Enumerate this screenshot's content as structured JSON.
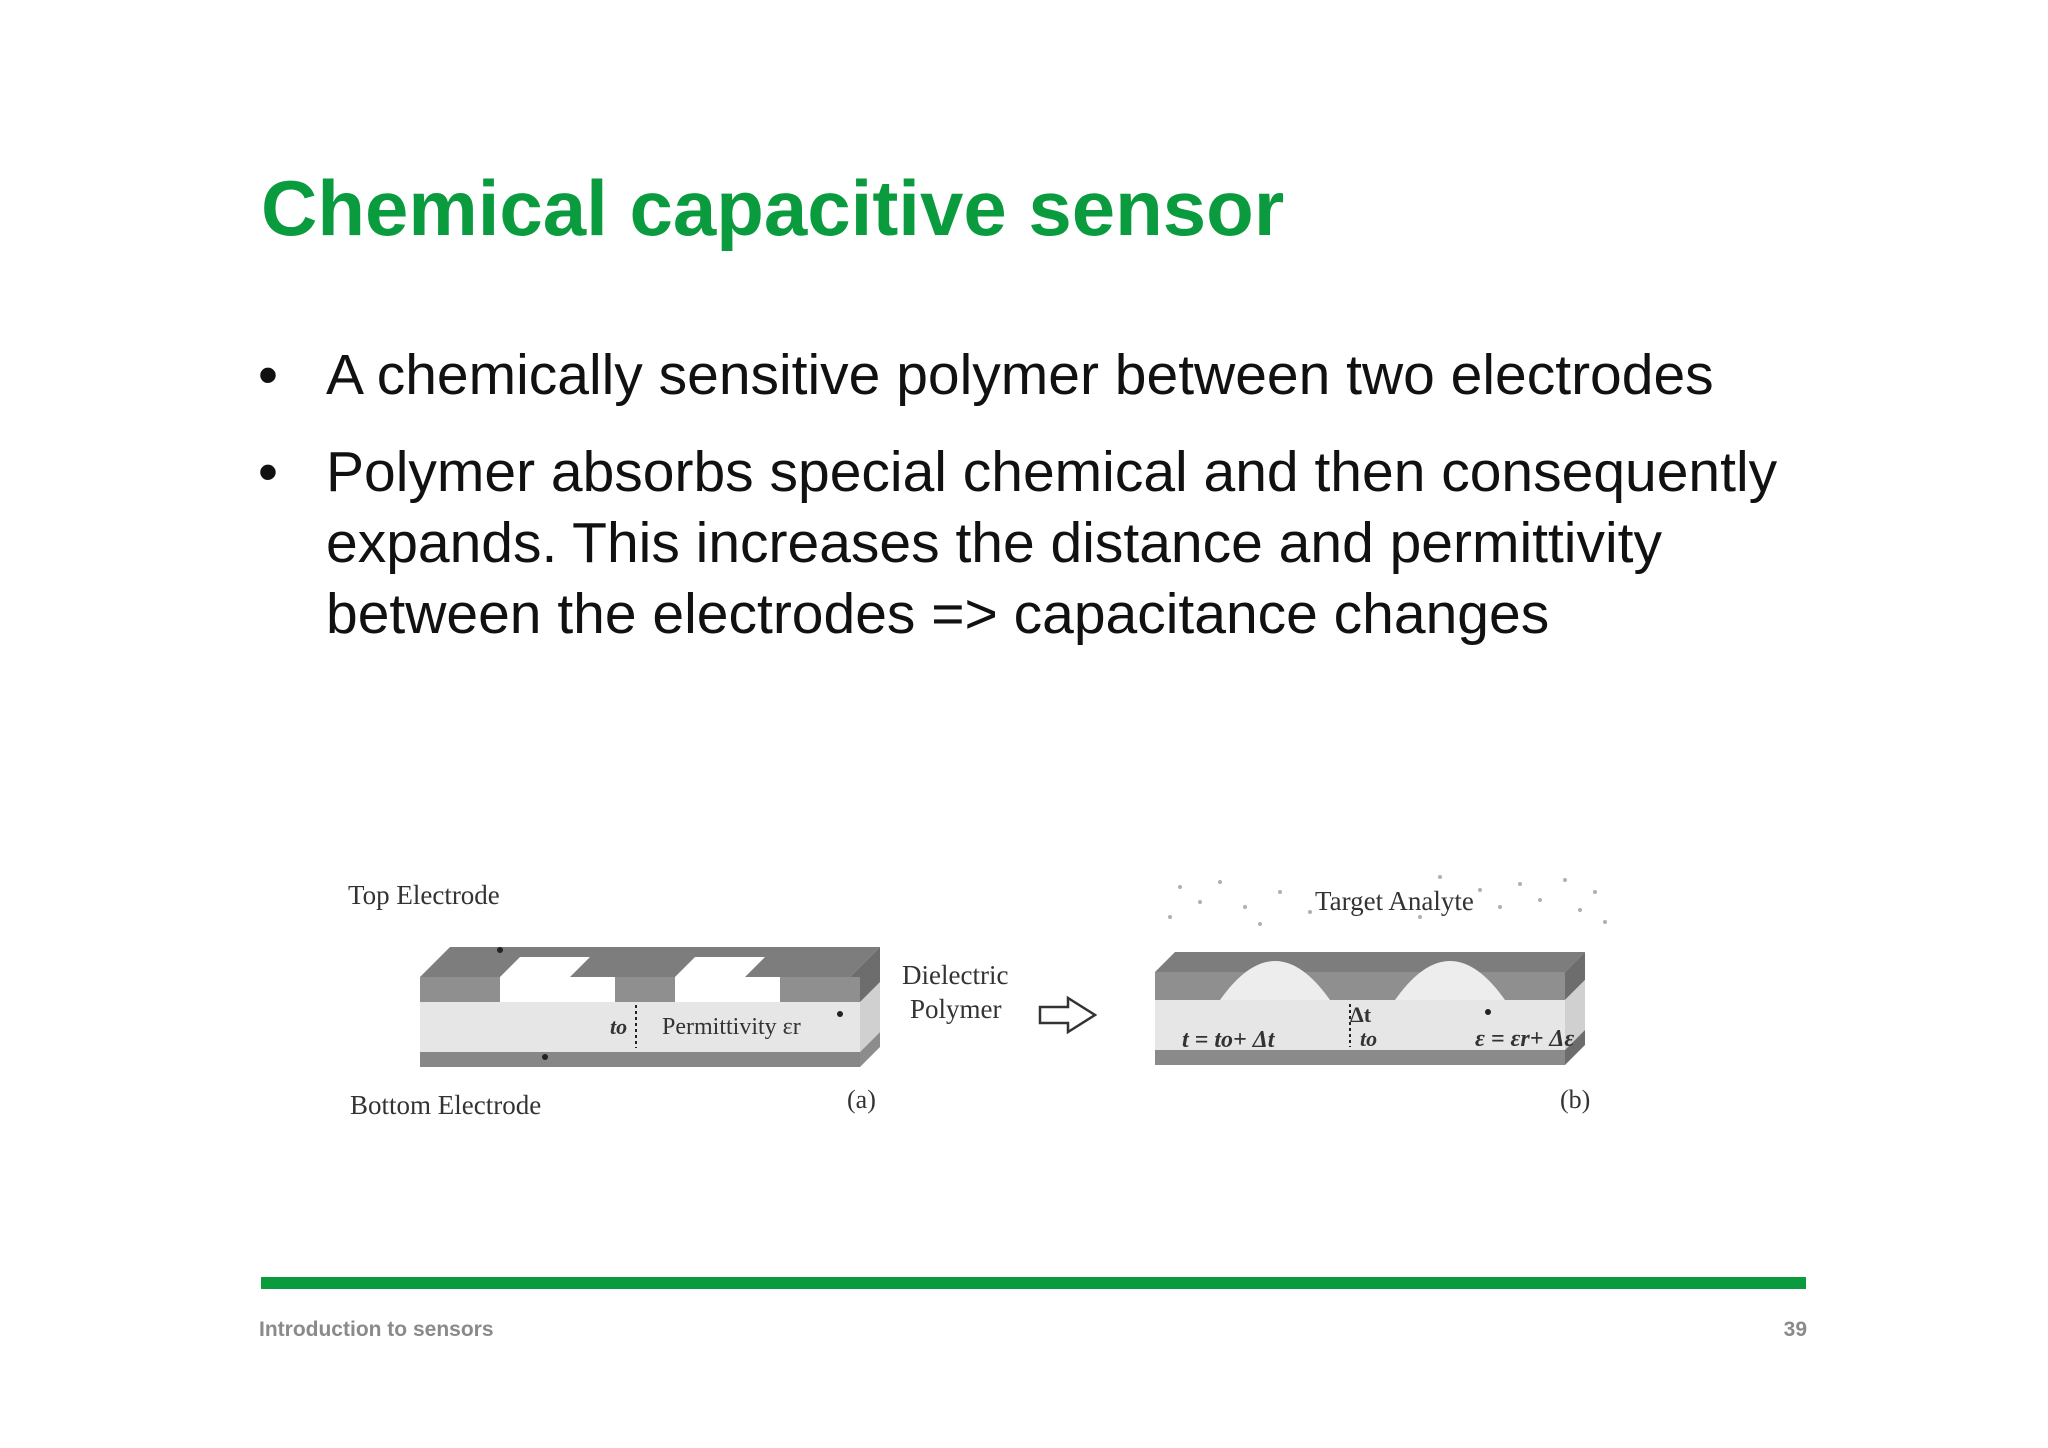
{
  "slide": {
    "title": "Chemical capacitive sensor",
    "bullets": [
      "A chemically sensitive polymer between two electrodes",
      "Polymer absorbs special chemical and then consequently expands. This increases the distance and permittivity between the electrodes => capacitance changes"
    ],
    "bullet_symbol": "•"
  },
  "figure": {
    "a": {
      "top_electrode": "Top Electrode",
      "bottom_electrode": "Bottom Electrode",
      "dielectric_line1": "Dielectric",
      "dielectric_line2": "Polymer",
      "permittivity": "Permittivity εr",
      "t0": "to",
      "panel_label": "(a)"
    },
    "arrow_icon": "right-arrow-icon",
    "b": {
      "target_analyte": "Target Analyte",
      "t_formula": "t = to+ Δt",
      "delta_t": "Δt",
      "t0": "to",
      "eps_formula": "ε = εr+ Δε",
      "panel_label": "(b)"
    }
  },
  "footer": {
    "left": "Introduction to sensors",
    "page_number": "39"
  },
  "colors": {
    "accent": "#0a9b3f",
    "text": "#111111",
    "footer_text": "#8a8a8a"
  }
}
